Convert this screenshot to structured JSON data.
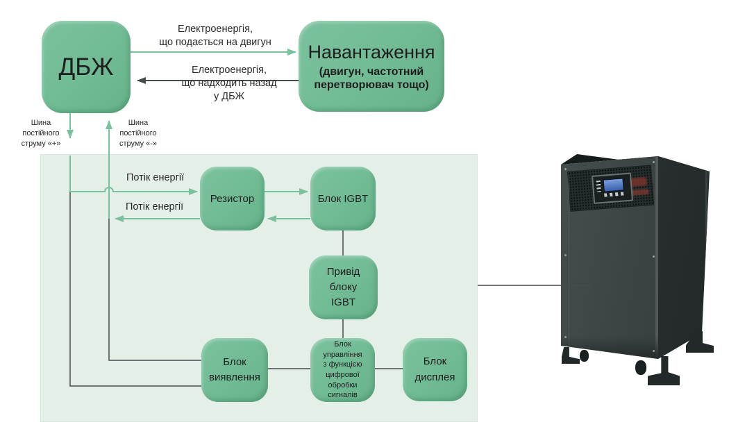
{
  "colors": {
    "box_green": "#72bc96",
    "panel_background": "#e4efe8",
    "arrow_green": "#7ac29e",
    "line_dark": "#474c4c",
    "cabinet_dark": "#3a4141",
    "lcd_blue": "#4d79c5"
  },
  "diagram": {
    "ups": {
      "label": "ДБЖ"
    },
    "load": {
      "title": "Навантаження",
      "subtitle_lines": [
        "(двигун, частотний",
        "перетворювач тощо)"
      ]
    },
    "power_to_load": {
      "lines": [
        "Електроенергія,",
        "що подається на двигун"
      ]
    },
    "power_back": {
      "lines": [
        "Електроенергія,",
        "що надходить назад",
        "у ДБЖ"
      ]
    },
    "bus_plus": {
      "lines": [
        "Шина",
        "постійного",
        "струму «+»"
      ]
    },
    "bus_minus": {
      "lines": [
        "Шина",
        "постійного",
        "струму «-»"
      ]
    },
    "energy_flow_top": "Потік енергії",
    "energy_flow_bottom": "Потік енергії",
    "resistor": {
      "label": "Резистор"
    },
    "igbt": {
      "label": "Блок IGBT"
    },
    "igbt_driver": {
      "lines": [
        "Привід",
        "блоку",
        "IGBT"
      ]
    },
    "detection": {
      "lines": [
        "Блок",
        "виявлення"
      ]
    },
    "control": {
      "lines": [
        "Блок",
        "управління",
        "з функцією",
        "цифрової",
        "обробки",
        "сигналів"
      ]
    },
    "display": {
      "lines": [
        "Блок",
        "дисплея"
      ]
    }
  }
}
